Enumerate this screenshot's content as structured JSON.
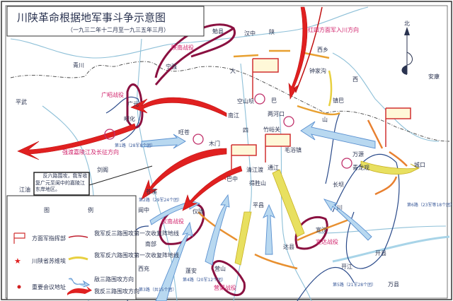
{
  "title": "川陕革命根据地军事斗争示意图",
  "subtitle": "（一九三二年十二月至一九三五年三月）",
  "north_label": "北",
  "note_box": "反六路围攻，我军收复广元至阆中的嘉陵江东岸地区。",
  "legend": {
    "title_left": "图",
    "title_right": "例",
    "items": [
      {
        "icon": "command-flag-icon",
        "label": "方面军指挥部"
      },
      {
        "icon": "star-icon",
        "label": "川陕省苏维埃"
      },
      {
        "icon": "dot-icon",
        "label": "重要会议地址"
      },
      {
        "icon": "red-line-icon",
        "label": "我军反三路围攻第一次收复阵地线"
      },
      {
        "icon": "yellow-line-icon",
        "label": "我军反六路围攻第一次收复阵地线"
      },
      {
        "icon": "blue-arrow-icon",
        "label": "敌三路围攻方向"
      },
      {
        "icon": "red-arrow-icon",
        "label": "我反三路围攻方向"
      }
    ]
  },
  "regions": [
    "陕",
    "西",
    "大",
    "巴",
    "山",
    "四",
    "川"
  ],
  "places": [
    "勉县",
    "汉中",
    "西乡",
    "钟家沟",
    "安康",
    "宁强",
    "青川",
    "平武",
    "广元",
    "昭化",
    "空山坝",
    "两河口",
    "南江",
    "镇巴",
    "竹峪关",
    "旺苍",
    "木门",
    "毛浴镇",
    "通江",
    "清江渡",
    "巴中",
    "得胜山",
    "万源",
    "青龙观",
    "城口",
    "长坝",
    "剑阁",
    "江油",
    "苍溪",
    "阆中",
    "仪陇",
    "南部",
    "平昌",
    "宣汉",
    "达县",
    "开县",
    "开江",
    "万县",
    "营山",
    "蓬安",
    "西充"
  ],
  "battles": [
    "陕南战役",
    "广昭战役",
    "仪南战役",
    "宣达战役",
    "营渠战役"
  ],
  "annotations": [
    "红四方面军入川方向",
    "强渡嘉陵江及长征方向"
  ],
  "enemy_routes": [
    "第1路（28军8个团）",
    "第2路（29军24个团）",
    "第3路（共15个团）",
    "第4路（20军12个团）",
    "第5路（21军28个团）",
    "第6路（23军等18个团）"
  ],
  "colors": {
    "red_arrow": "#e02020",
    "battle_loop": "#8a1040",
    "river": "#6aa8c8",
    "enemy": "#5a90d0",
    "yellow": "#e8d840",
    "text": "#2a3350"
  }
}
